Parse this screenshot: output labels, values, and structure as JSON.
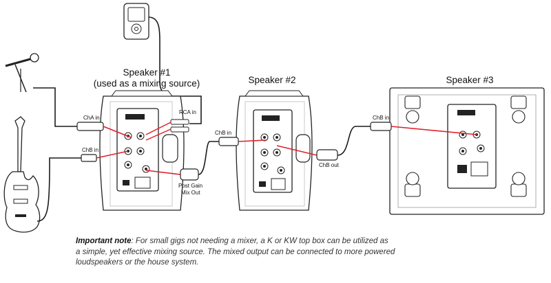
{
  "speakers": [
    {
      "title": "Speaker #1",
      "subtitle": "(used as a mixing source)"
    },
    {
      "title": "Speaker #2"
    },
    {
      "title": "Speaker #3"
    }
  ],
  "connections": {
    "cha_in": "ChA in",
    "chb_in_1": "ChB in",
    "rca_in": "RCA in",
    "post_gain_line1": "Post Gain",
    "post_gain_line2": "Mix Out",
    "chb_in_2": "ChB in",
    "chb_out": "ChB out",
    "chb_in_3": "ChB in"
  },
  "note": {
    "label": "Important note",
    "line1": ": For small gigs not needing a mixer, a K or KW top box can be utilized as",
    "line2": "a simple, yet effective mixing source. The mixed output can be connected to more powered",
    "line3": "loudspeakers or the house system."
  },
  "colors": {
    "cable": "#1a1a1a",
    "signal": "#e0202a",
    "outline": "#222222"
  },
  "icons": [
    "media-player-icon",
    "microphone-icon",
    "guitar-icon",
    "speaker-icon",
    "subwoofer-icon",
    "connector-icon"
  ]
}
